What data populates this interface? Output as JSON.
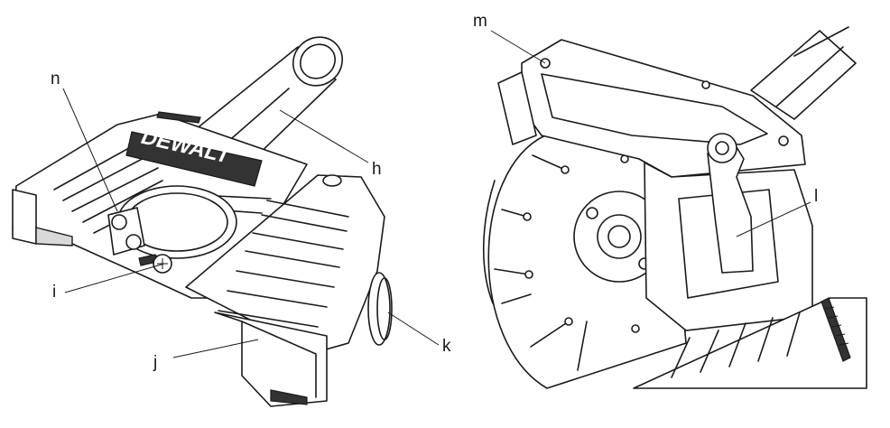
{
  "diagram": {
    "brand": "DEWALT",
    "callouts": [
      {
        "id": "n",
        "label": "n"
      },
      {
        "id": "h",
        "label": "h"
      },
      {
        "id": "i",
        "label": "i"
      },
      {
        "id": "j",
        "label": "j"
      },
      {
        "id": "k",
        "label": "k"
      },
      {
        "id": "m",
        "label": "m"
      },
      {
        "id": "l",
        "label": "l"
      }
    ]
  }
}
